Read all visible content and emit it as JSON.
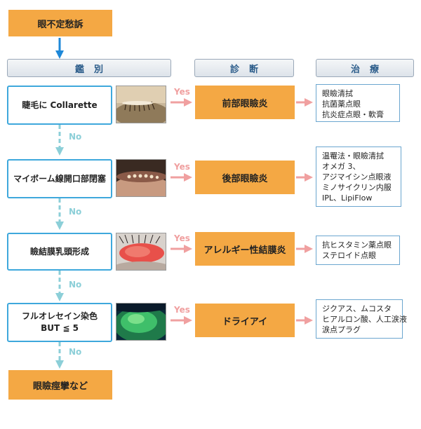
{
  "start": "眼不定愁訴",
  "headers": {
    "differential": "鑑別",
    "diagnosis": "診断",
    "treatment": "治療"
  },
  "branch_labels": {
    "yes": "Yes",
    "no": "No"
  },
  "steps": [
    {
      "condition": [
        "睫毛に Collarette"
      ],
      "diagnosis": "前部眼瞼炎",
      "treatment": [
        "眼瞼清拭",
        "抗菌薬点眼",
        "抗炎症点眼・軟膏"
      ]
    },
    {
      "condition": [
        "マイボーム線開口部閉塞"
      ],
      "diagnosis": "後部眼瞼炎",
      "treatment": [
        "温罨法・眼瞼清拭",
        "オメガ 3、",
        "アジマイシン点眼液",
        "ミノサイクリン内服",
        "IPL、LipiFlow"
      ]
    },
    {
      "condition": [
        "瞼結膜乳頭形成"
      ],
      "diagnosis": "アレルギー性結膜炎",
      "treatment": [
        "抗ヒスタミン薬点眼",
        "ステロイド点眼"
      ]
    },
    {
      "condition": [
        "フルオレセイン染色",
        "BUT ≦ 5"
      ],
      "diagnosis": "ドライアイ",
      "treatment": [
        "ジクアス、ムコスタ",
        "ヒアルロン酸、人工涙液",
        "涙点プラグ"
      ]
    }
  ],
  "end": "眼瞼痙攣など",
  "colors": {
    "box": "#f4a844",
    "condition_border": "#3ea8dc",
    "yes_arrow": "#f0a0a0",
    "no_arrow": "#8ccfd8",
    "start_arrow": "#1e88d8"
  }
}
